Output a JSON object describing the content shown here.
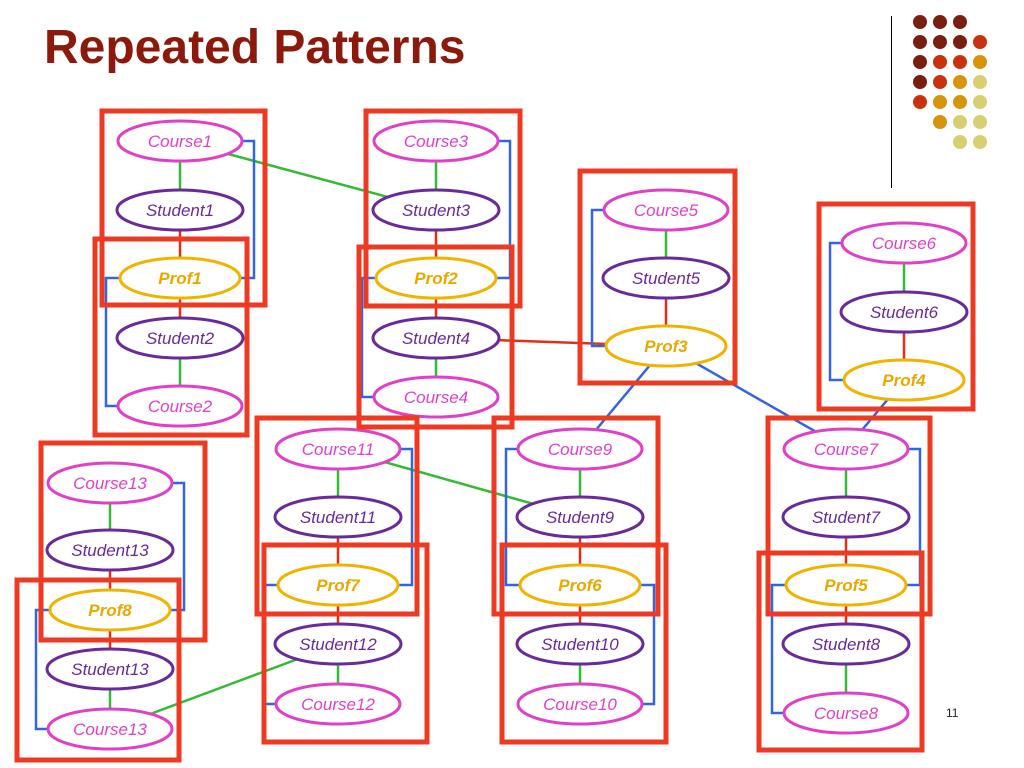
{
  "slide": {
    "title": "Repeated Patterns",
    "page_number": "11"
  },
  "colors": {
    "title": "#8b1a0c",
    "course": "#e040c8",
    "student": "#6a2a9a",
    "prof": "#f0b400",
    "prof_text": "#e8a800",
    "edge_green": "#33bb33",
    "edge_blue": "#3366dd",
    "edge_red": "#e23010",
    "highlight_box": "#ee3a22",
    "dot_palette": [
      "#7a1f10",
      "#c9320e",
      "#d6950c",
      "#d8d070"
    ]
  },
  "decorative_dots": [
    [
      0,
      0,
      0
    ],
    [
      0,
      0,
      0,
      1
    ],
    [
      0,
      1,
      1,
      2
    ],
    [
      0,
      1,
      2,
      3
    ],
    [
      1,
      2,
      2,
      3
    ],
    [
      2,
      3,
      3
    ],
    [
      3,
      3
    ]
  ],
  "nodes": [
    {
      "id": "c1",
      "type": "course",
      "label": "Course1"
    },
    {
      "id": "s1",
      "type": "student",
      "label": "Student1"
    },
    {
      "id": "p1",
      "type": "prof",
      "label": "Prof1"
    },
    {
      "id": "s2",
      "type": "student",
      "label": "Student2"
    },
    {
      "id": "c2",
      "type": "course",
      "label": "Course2"
    },
    {
      "id": "c3",
      "type": "course",
      "label": "Course3"
    },
    {
      "id": "s3",
      "type": "student",
      "label": "Student3"
    },
    {
      "id": "p2",
      "type": "prof",
      "label": "Prof2"
    },
    {
      "id": "s4",
      "type": "student",
      "label": "Student4"
    },
    {
      "id": "c4",
      "type": "course",
      "label": "Course4"
    },
    {
      "id": "c5",
      "type": "course",
      "label": "Course5"
    },
    {
      "id": "s5",
      "type": "student",
      "label": "Student5"
    },
    {
      "id": "p3",
      "type": "prof",
      "label": "Prof3"
    },
    {
      "id": "c6",
      "type": "course",
      "label": "Course6"
    },
    {
      "id": "s6",
      "type": "student",
      "label": "Student6"
    },
    {
      "id": "p4",
      "type": "prof",
      "label": "Prof4"
    },
    {
      "id": "c13a",
      "type": "course",
      "label": "Course13"
    },
    {
      "id": "s13a",
      "type": "student",
      "label": "Student13"
    },
    {
      "id": "p8",
      "type": "prof",
      "label": "Prof8"
    },
    {
      "id": "s13b",
      "type": "student",
      "label": "Student13"
    },
    {
      "id": "c13b",
      "type": "course",
      "label": "Course13"
    },
    {
      "id": "c11",
      "type": "course",
      "label": "Course11"
    },
    {
      "id": "s11",
      "type": "student",
      "label": "Student11"
    },
    {
      "id": "p7",
      "type": "prof",
      "label": "Prof7"
    },
    {
      "id": "s12",
      "type": "student",
      "label": "Student12"
    },
    {
      "id": "c12",
      "type": "course",
      "label": "Course12"
    },
    {
      "id": "c9",
      "type": "course",
      "label": "Course9"
    },
    {
      "id": "s9",
      "type": "student",
      "label": "Student9"
    },
    {
      "id": "p6",
      "type": "prof",
      "label": "Prof6"
    },
    {
      "id": "s10",
      "type": "student",
      "label": "Student10"
    },
    {
      "id": "c10",
      "type": "course",
      "label": "Course10"
    },
    {
      "id": "c7",
      "type": "course",
      "label": "Course7"
    },
    {
      "id": "s7",
      "type": "student",
      "label": "Student7"
    },
    {
      "id": "p5",
      "type": "prof",
      "label": "Prof5"
    },
    {
      "id": "s8",
      "type": "student",
      "label": "Student8"
    },
    {
      "id": "c8",
      "type": "course",
      "label": "Course8"
    }
  ],
  "edges": [
    {
      "from": "c1",
      "to": "s1",
      "kind": "green"
    },
    {
      "from": "s1",
      "to": "p1",
      "kind": "red"
    },
    {
      "from": "p1",
      "to": "s2",
      "kind": "red"
    },
    {
      "from": "s2",
      "to": "c2",
      "kind": "green"
    },
    {
      "from": "c3",
      "to": "s3",
      "kind": "green"
    },
    {
      "from": "s3",
      "to": "p2",
      "kind": "red"
    },
    {
      "from": "p2",
      "to": "s4",
      "kind": "red"
    },
    {
      "from": "s4",
      "to": "c4",
      "kind": "green"
    },
    {
      "from": "c5",
      "to": "s5",
      "kind": "green"
    },
    {
      "from": "s5",
      "to": "p3",
      "kind": "red"
    },
    {
      "from": "c6",
      "to": "s6",
      "kind": "green"
    },
    {
      "from": "s6",
      "to": "p4",
      "kind": "red"
    },
    {
      "from": "c13a",
      "to": "s13a",
      "kind": "green"
    },
    {
      "from": "s13a",
      "to": "p8",
      "kind": "red"
    },
    {
      "from": "p8",
      "to": "s13b",
      "kind": "red"
    },
    {
      "from": "s13b",
      "to": "c13b",
      "kind": "green"
    },
    {
      "from": "c11",
      "to": "s11",
      "kind": "green"
    },
    {
      "from": "s11",
      "to": "p7",
      "kind": "red"
    },
    {
      "from": "p7",
      "to": "s12",
      "kind": "red"
    },
    {
      "from": "s12",
      "to": "c12",
      "kind": "green"
    },
    {
      "from": "c9",
      "to": "s9",
      "kind": "green"
    },
    {
      "from": "s9",
      "to": "p6",
      "kind": "red"
    },
    {
      "from": "p6",
      "to": "s10",
      "kind": "red"
    },
    {
      "from": "s10",
      "to": "c10",
      "kind": "green"
    },
    {
      "from": "c7",
      "to": "s7",
      "kind": "green"
    },
    {
      "from": "s7",
      "to": "p5",
      "kind": "red"
    },
    {
      "from": "p5",
      "to": "s8",
      "kind": "red"
    },
    {
      "from": "s8",
      "to": "c8",
      "kind": "green"
    },
    {
      "from": "c1",
      "to": "s3",
      "kind": "green"
    },
    {
      "from": "c11",
      "to": "s9",
      "kind": "green"
    },
    {
      "from": "s4",
      "to": "p3",
      "kind": "red"
    },
    {
      "from": "p3",
      "to": "c9",
      "kind": "blue"
    },
    {
      "from": "p3",
      "to": "c7",
      "kind": "blue"
    },
    {
      "from": "p4",
      "to": "c7",
      "kind": "blue"
    },
    {
      "from": "s12",
      "to": "c13b",
      "kind": "green"
    },
    {
      "from": "c1",
      "to": "p1",
      "kind": "blue-bracket",
      "side": "right"
    },
    {
      "from": "p1",
      "to": "c2",
      "kind": "blue-bracket",
      "side": "left"
    },
    {
      "from": "c3",
      "to": "p2",
      "kind": "blue-bracket",
      "side": "right"
    },
    {
      "from": "p2",
      "to": "c4",
      "kind": "blue-bracket",
      "side": "left"
    },
    {
      "from": "c5",
      "to": "p3",
      "kind": "blue-bracket",
      "side": "left"
    },
    {
      "from": "c6",
      "to": "p4",
      "kind": "blue-bracket",
      "side": "left"
    },
    {
      "from": "c13a",
      "to": "p8",
      "kind": "blue-bracket",
      "side": "right"
    },
    {
      "from": "p8",
      "to": "c13b",
      "kind": "blue-bracket",
      "side": "left"
    },
    {
      "from": "c11",
      "to": "p7",
      "kind": "blue-bracket",
      "side": "right"
    },
    {
      "from": "p7",
      "to": "c12",
      "kind": "blue-bracket",
      "side": "left"
    },
    {
      "from": "c9",
      "to": "p6",
      "kind": "blue-bracket",
      "side": "left"
    },
    {
      "from": "p6",
      "to": "c10",
      "kind": "blue-bracket",
      "side": "right"
    },
    {
      "from": "c7",
      "to": "p5",
      "kind": "blue-bracket",
      "side": "right"
    },
    {
      "from": "p5",
      "to": "c8",
      "kind": "blue-bracket",
      "side": "left"
    }
  ],
  "highlight_boxes": [
    {
      "id": "pattern-c1-p1"
    },
    {
      "id": "pattern-p1-c2"
    },
    {
      "id": "pattern-c3-p2"
    },
    {
      "id": "pattern-p2-c4"
    },
    {
      "id": "pattern-c5-p3"
    },
    {
      "id": "pattern-c6-p4"
    },
    {
      "id": "pattern-c13-p8"
    },
    {
      "id": "pattern-p8-c13"
    },
    {
      "id": "pattern-c11-p7"
    },
    {
      "id": "pattern-p7-c12"
    },
    {
      "id": "pattern-c9-p6"
    },
    {
      "id": "pattern-p6-c10"
    },
    {
      "id": "pattern-c7-p5"
    },
    {
      "id": "pattern-p5-c8"
    }
  ]
}
